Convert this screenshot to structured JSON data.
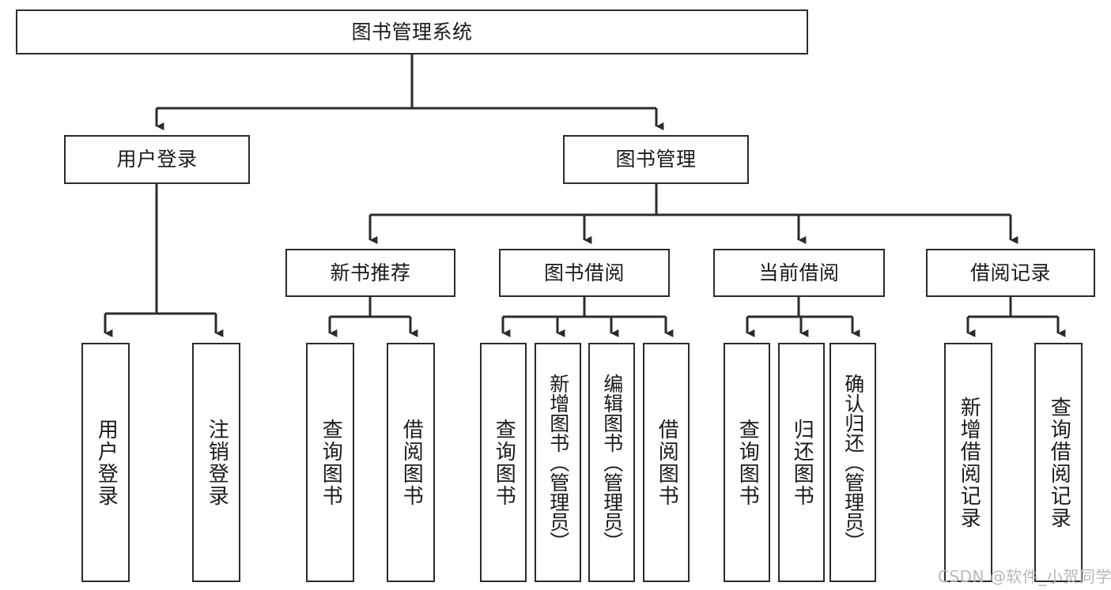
{
  "diagram": {
    "title": "图书管理系统",
    "type": "hierarchy-tree",
    "watermark": "CSDN @软件_小贺同学",
    "colors": {
      "box_border": "#2b2b2b",
      "box_fill": "#ffffff",
      "edge": "#2b2b2b",
      "text": "#1a1a1a",
      "watermark": "#b8b8b8"
    },
    "root": {
      "label": "图书管理系统"
    },
    "level2": [
      {
        "label": "用户登录"
      },
      {
        "label": "图书管理"
      }
    ],
    "level3": [
      {
        "label": "新书推荐"
      },
      {
        "label": "图书借阅"
      },
      {
        "label": "当前借阅"
      },
      {
        "label": "借阅记录"
      }
    ],
    "leaves": {
      "user_login": [
        {
          "label": "用户登录"
        },
        {
          "label": "注销登录"
        }
      ],
      "new_book_rec": [
        {
          "label": "查询图书"
        },
        {
          "label": "借阅图书"
        }
      ],
      "book_borrow": [
        {
          "label": "查询图书"
        },
        {
          "label": "新增图书（管理员）"
        },
        {
          "label": "编辑图书（管理员）"
        },
        {
          "label": "借阅图书"
        }
      ],
      "current_borrow": [
        {
          "label": "查询图书"
        },
        {
          "label": "归还图书"
        },
        {
          "label": "确认归还（管理员）"
        }
      ],
      "borrow_record": [
        {
          "label": "新增借阅记录"
        },
        {
          "label": "查询借阅记录"
        }
      ]
    }
  }
}
